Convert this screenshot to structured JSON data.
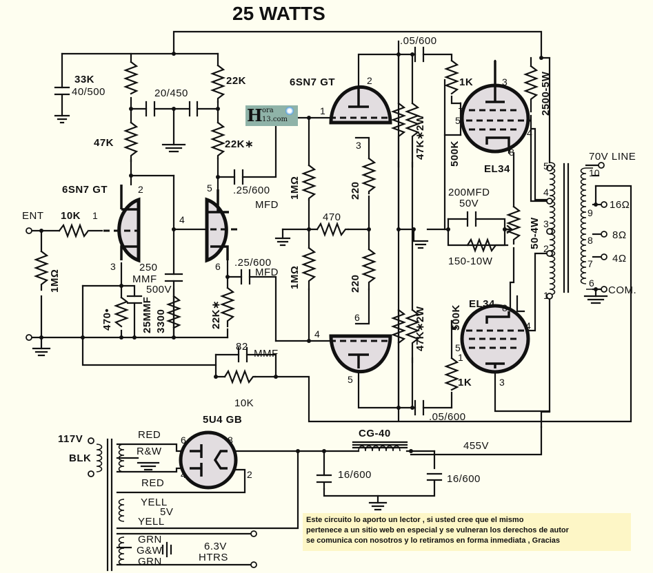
{
  "title": "25 WATTS",
  "logo": {
    "line1": "ora",
    "line2": "13.com",
    "initial": "H",
    "icon": "globe-icon"
  },
  "notice": {
    "lines": [
      "Este circuito lo aporto un lector , si usted cree que el mismo",
      "pertenece a un sitio web en especial y se vulneran los derechos de autor",
      "se comunica con nosotros y lo retiramos en forma inmediata , Gracias"
    ]
  },
  "components": {
    "c_filter": "40/500",
    "r_33k": "33K",
    "r_47k": "47K",
    "r_22k_top": "22K",
    "r_22k_star": "22K∗",
    "c_20_450": "20/450",
    "tube_v1": "6SN7 GT",
    "tube_v2": "6SN7 GT",
    "c_025_a": ".25/600",
    "c_025_a_unit": "MFD",
    "c_025_b": ".25/600",
    "c_025_b_unit": "MFD",
    "input_label": "ENT",
    "r_10k": "10K",
    "r_1meg_in": "1MΩ",
    "c_250": "250",
    "c_250_unit": "MMF",
    "c_250_volt": "500V",
    "r_470_cath": "470•",
    "c_25mmf": "25MMF",
    "r_3300": "3300",
    "r_22k_cath": "22K∗",
    "c_82": "82",
    "c_82_unit": "MMF",
    "r_10k_fb": "10K",
    "r_1meg_a": "1MΩ",
    "r_1meg_b": "1MΩ",
    "r_470_pi": "470",
    "r_220_a": "220",
    "r_220_b": "220",
    "c_05_top": ".05/600",
    "c_05_bot": ".05/600",
    "r_47k_2w_a": "47K∗2W",
    "r_47k_2w_b": "47K∗2W",
    "r_500k_a": "500K",
    "r_500k_b": "500K",
    "r_1k_a": "1K",
    "r_1k_b": "1K",
    "tube_el34_a": "EL34",
    "tube_el34_b": "EL34",
    "r_2500": "2500-5W",
    "c_200": "200MFD",
    "c_200_volt": "50V",
    "r_150": "150-10W",
    "pot_50": "50-4W",
    "line_70v": "70V LINE",
    "out_16": "16Ω",
    "out_8": "8Ω",
    "out_4": "4Ω",
    "out_com": "COM.",
    "rect": "5U4 GB",
    "mains": "117V",
    "mains_blk": "BLK",
    "w_red1": "RED",
    "w_rw": "R&W",
    "w_red2": "RED",
    "w_yell1": "YELL",
    "w_5v": "5V",
    "w_yell2": "YELL",
    "w_grn1": "GRN",
    "w_gw": "G&W",
    "w_grn2": "GRN",
    "htrs_v": "6.3V",
    "htrs": "HTRS",
    "choke": "CG-40",
    "b_plus": "455V",
    "c_16_a": "16/600",
    "c_16_b": "16/600"
  },
  "pins": {
    "v1_2": "2",
    "v1_1": "1",
    "v1_3": "3",
    "v2_5": "5",
    "v2_4": "4",
    "v2_6": "6",
    "v3_2": "2",
    "v3_1": "1",
    "v3_3": "3",
    "v4_4": "4",
    "v4_5": "5",
    "v4_6": "6",
    "p1_3": "3",
    "p1_1": "1",
    "p1_5": "5",
    "p1_4": "4",
    "p1_8": "8",
    "p2_8": "8",
    "p2_4": "4",
    "p2_5": "5",
    "p2_1": "1",
    "p2_3": "3",
    "t_5": "5",
    "t_4": "4",
    "t_3": "3",
    "t_2": "2",
    "t_1": "1",
    "s_10": "10",
    "s_9": "9",
    "s_8": "8",
    "s_7": "7",
    "s_6": "6",
    "r_6": "6",
    "r_8": "8",
    "r_4": "4",
    "r_2": "2"
  }
}
